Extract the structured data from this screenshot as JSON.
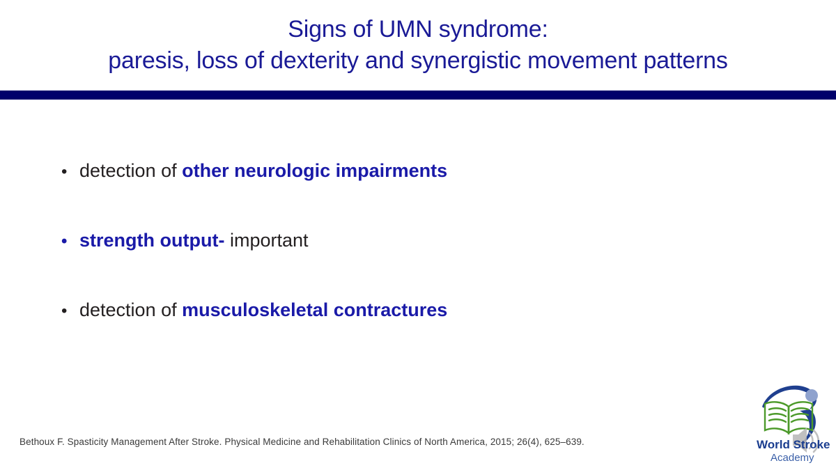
{
  "slide": {
    "background_color": "#ffffff",
    "title": {
      "lines": [
        "Signs of UMN syndrome:",
        "paresis, loss of dexterity and synergistic movement patterns"
      ],
      "color": "#1a1a96"
    },
    "divider": {
      "color": "#00006b"
    },
    "bullets": [
      {
        "marker": "•",
        "marker_color": "#231f20",
        "lead_text": "detection of ",
        "highlight_text": "other neurologic impairments",
        "trail_text": ""
      },
      {
        "marker": "•",
        "marker_color": "#1a1aa8",
        "lead_text": "",
        "highlight_text": "strength output-",
        "trail_text": " important"
      },
      {
        "marker": "•",
        "marker_color": "#231f20",
        "lead_text": "detection of ",
        "highlight_text": "musculoskeletal contractures",
        "trail_text": ""
      }
    ],
    "citation": "Bethoux F. Spasticity Management After Stroke. Physical Medicine and Rehabilitation Clinics of North America, 2015; 26(4), 625–639.",
    "logo": {
      "line1": "World Stroke",
      "line2": "Academy",
      "swoosh_color": "#1f3f8f",
      "book_color": "#4c9a2a",
      "text_color": "#1a3d8f",
      "speaker_color": "#b6b6b6"
    }
  }
}
